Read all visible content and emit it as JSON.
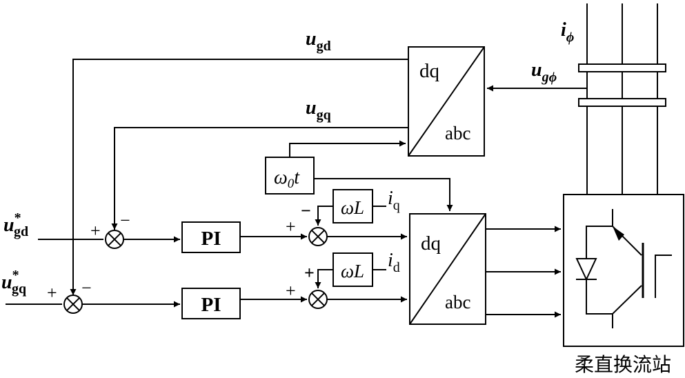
{
  "transform_top": {
    "top_label": "dq",
    "bottom_label": "abc"
  },
  "transform_bottom": {
    "top_label": "dq",
    "bottom_label": "abc"
  },
  "pi_block_d": "PI",
  "pi_block_q": "PI",
  "omega0t": {
    "symbol": "ω",
    "subscript": "0",
    "variable": "t"
  },
  "omegaL_d": "ωL",
  "omegaL_q": "ωL",
  "signals": {
    "u_gd": {
      "base": "u",
      "sub": "gd"
    },
    "u_gq": {
      "base": "u",
      "sub": "gq"
    },
    "u_gd_ref": {
      "base": "u",
      "sup": "*",
      "sub": "gd"
    },
    "u_gq_ref": {
      "base": "u",
      "sup": "*",
      "sub": "gq"
    },
    "i_q": {
      "base": "i",
      "sub": "q"
    },
    "i_d": {
      "base": "i",
      "sub": "d"
    },
    "i_phi": {
      "base": "i",
      "sub": "ϕ"
    },
    "u_g_phi": {
      "base": "u",
      "sub": "gϕ"
    }
  },
  "signs": {
    "sum1_plus": "+",
    "sum1_minus": "−",
    "sum2_plus": "+",
    "sum2_minus": "−",
    "sum3_plus": "+",
    "sum3_minus": "−",
    "sum4_plus_left": "+",
    "sum4_plus_top": "+"
  },
  "converter_label": "柔直换流站"
}
